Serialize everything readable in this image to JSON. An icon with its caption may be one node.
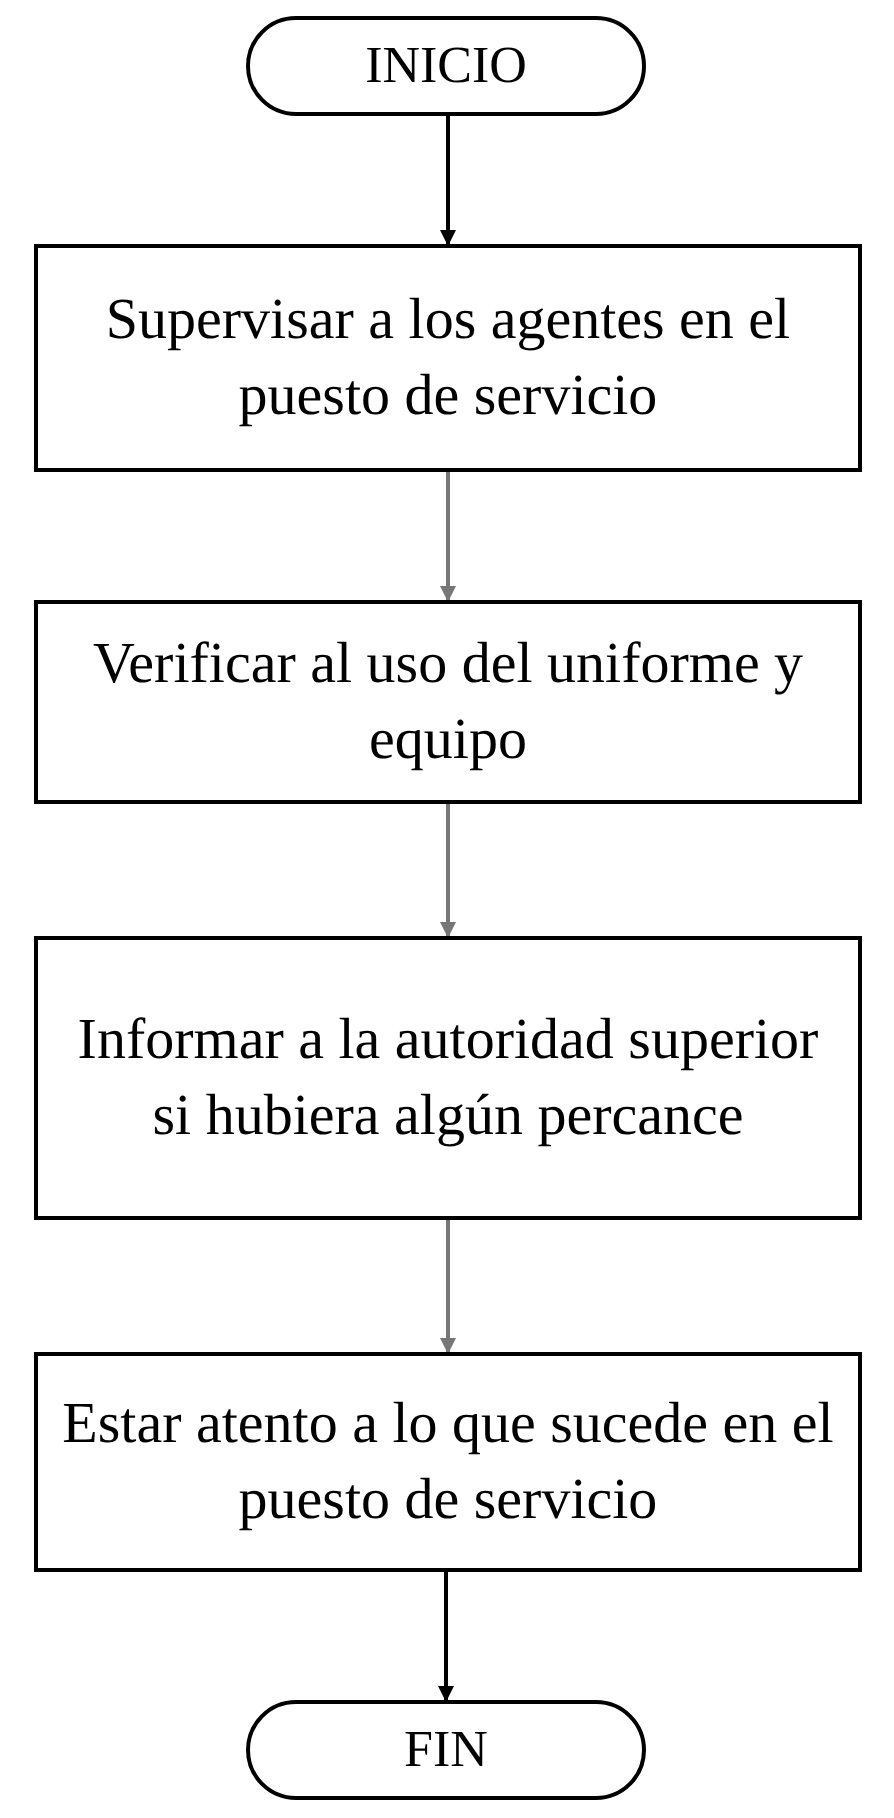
{
  "diagram": {
    "nodes": [
      {
        "text": [
          "INICIO"
        ]
      },
      {
        "text": [
          "Supervisar a los agentes en el puesto de servicio"
        ]
      },
      {
        "text": [
          "Verificar al uso del uniforme y equipo"
        ]
      },
      {
        "text": [
          "Informar a la autoridad superior si hubiera algún percance"
        ]
      },
      {
        "text": [
          "Estar atento a lo que sucede en el puesto de servicio"
        ]
      },
      {
        "text": [
          "FIN"
        ]
      }
    ],
    "edges": [
      {
        "from": 0,
        "to": 1,
        "arrow": "to",
        "color": "#000000"
      },
      {
        "from": 1,
        "to": 2,
        "arrow": "to"
      },
      {
        "from": 2,
        "to": 3,
        "arrow": "to"
      },
      {
        "from": 3,
        "to": 4,
        "arrow": "to"
      },
      {
        "from": 4,
        "to": 5,
        "arrow": "to",
        "color": "#000000"
      }
    ]
  }
}
